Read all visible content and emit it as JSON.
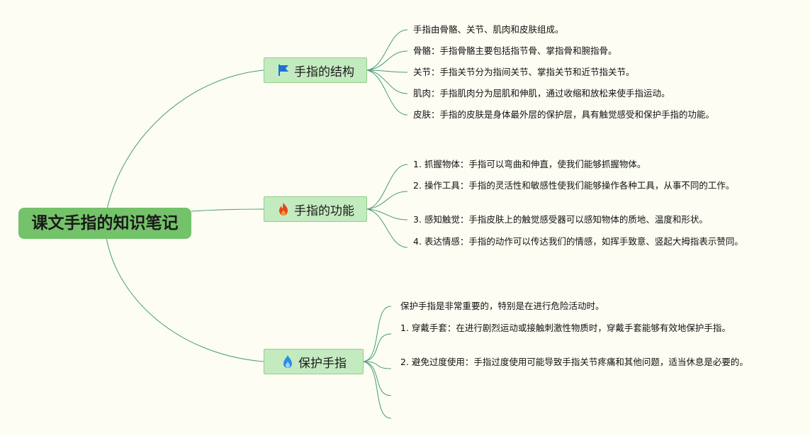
{
  "root": {
    "label": "课文手指的知识笔记"
  },
  "branches": [
    {
      "label": "手指的结构",
      "icon": "flag-icon",
      "color": "#1e6fd9",
      "leaves": [
        "手指由骨骼、关节、肌肉和皮肤组成。",
        "骨骼：手指骨骼主要包括指节骨、掌指骨和腕指骨。",
        "关节：手指关节分为指间关节、掌指关节和近节指关节。",
        "肌肉：手指肌肉分为屈肌和伸肌，通过收缩和放松来使手指运动。",
        "皮肤：手指的皮肤是身体最外层的保护层，具有触觉感受和保护手指的功能。"
      ]
    },
    {
      "label": "手指的功能",
      "icon": "fire-icon",
      "color": "#e8431f",
      "leaves": [
        "1. 抓握物体：手指可以弯曲和伸直，使我们能够抓握物体。",
        "2. 操作工具：手指的灵活性和敏感性使我们能够操作各种工具，从事不同的工作。",
        "3. 感知触觉：手指皮肤上的触觉感受器可以感知物体的质地、温度和形状。",
        "4. 表达情感：手指的动作可以传达我们的情感，如挥手致意、竖起大拇指表示赞同。"
      ]
    },
    {
      "label": "保护手指",
      "icon": "droplet-icon",
      "color": "#2a8de8",
      "leaves": [
        "保护手指是非常重要的，特别是在进行危险活动时。",
        "1. 穿戴手套：在进行剧烈运动或接触刺激性物质时，穿戴手套能够有效地保护手指。",
        "2. 避免过度使用：手指过度使用可能导致手指关节疼痛和其他问题，适当休息是必要的。",
        "",
        ""
      ]
    }
  ],
  "line_color": "#4a9a7a"
}
